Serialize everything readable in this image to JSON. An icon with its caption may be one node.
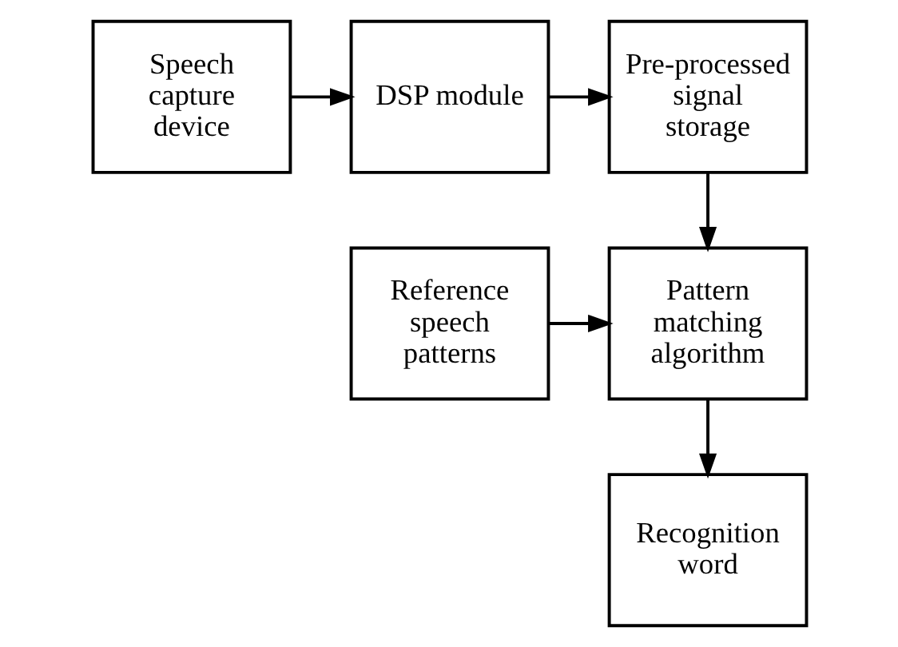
{
  "diagram": {
    "nodes": [
      {
        "text": [
          "Speech capture device"
        ]
      },
      {
        "text": [
          "DSP module"
        ]
      },
      {
        "text": [
          "Pre-processed signal storage"
        ]
      },
      {
        "text": [
          "Reference speech patterns"
        ]
      },
      {
        "text": [
          "Pattern matching algorithm"
        ]
      },
      {
        "text": [
          "Recognition word"
        ]
      }
    ],
    "edges": [
      {
        "from": 0,
        "to": 1,
        "arrow": "to"
      },
      {
        "from": 1,
        "to": 2,
        "arrow": "to"
      },
      {
        "from": 2,
        "to": 4,
        "arrow": "to"
      },
      {
        "from": 3,
        "to": 4,
        "arrow": "to"
      },
      {
        "from": 4,
        "to": 5,
        "arrow": "to"
      }
    ]
  }
}
